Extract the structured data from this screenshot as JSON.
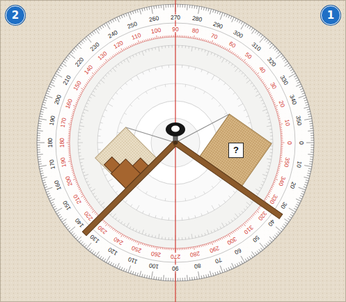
{
  "diagram": {
    "nodes": [
      {
        "text": [
          "2"
        ]
      },
      {
        "text": [
          "1"
        ]
      },
      {
        "text": [
          "?"
        ]
      }
    ],
    "labels": [
      "0",
      "10",
      "20",
      "30",
      "40",
      "50",
      "60",
      "70",
      "80",
      "90",
      "100",
      "110",
      "120",
      "130",
      "140",
      "150",
      "160",
      "170",
      "180",
      "190",
      "200",
      "210",
      "220",
      "230",
      "240",
      "250",
      "260",
      "270",
      "280",
      "290",
      "300",
      "310",
      "320",
      "330",
      "340",
      "350",
      "0",
      "350",
      "340",
      "330",
      "320",
      "310",
      "300",
      "290",
      "280",
      "270",
      "260",
      "250",
      "240",
      "230",
      "220",
      "210",
      "200",
      "190",
      "180",
      "170",
      "160",
      "150",
      "140",
      "130",
      "120",
      "110",
      "100",
      "90",
      "80",
      "70",
      "60",
      "50",
      "40",
      "30",
      "20",
      "10"
    ]
  }
}
